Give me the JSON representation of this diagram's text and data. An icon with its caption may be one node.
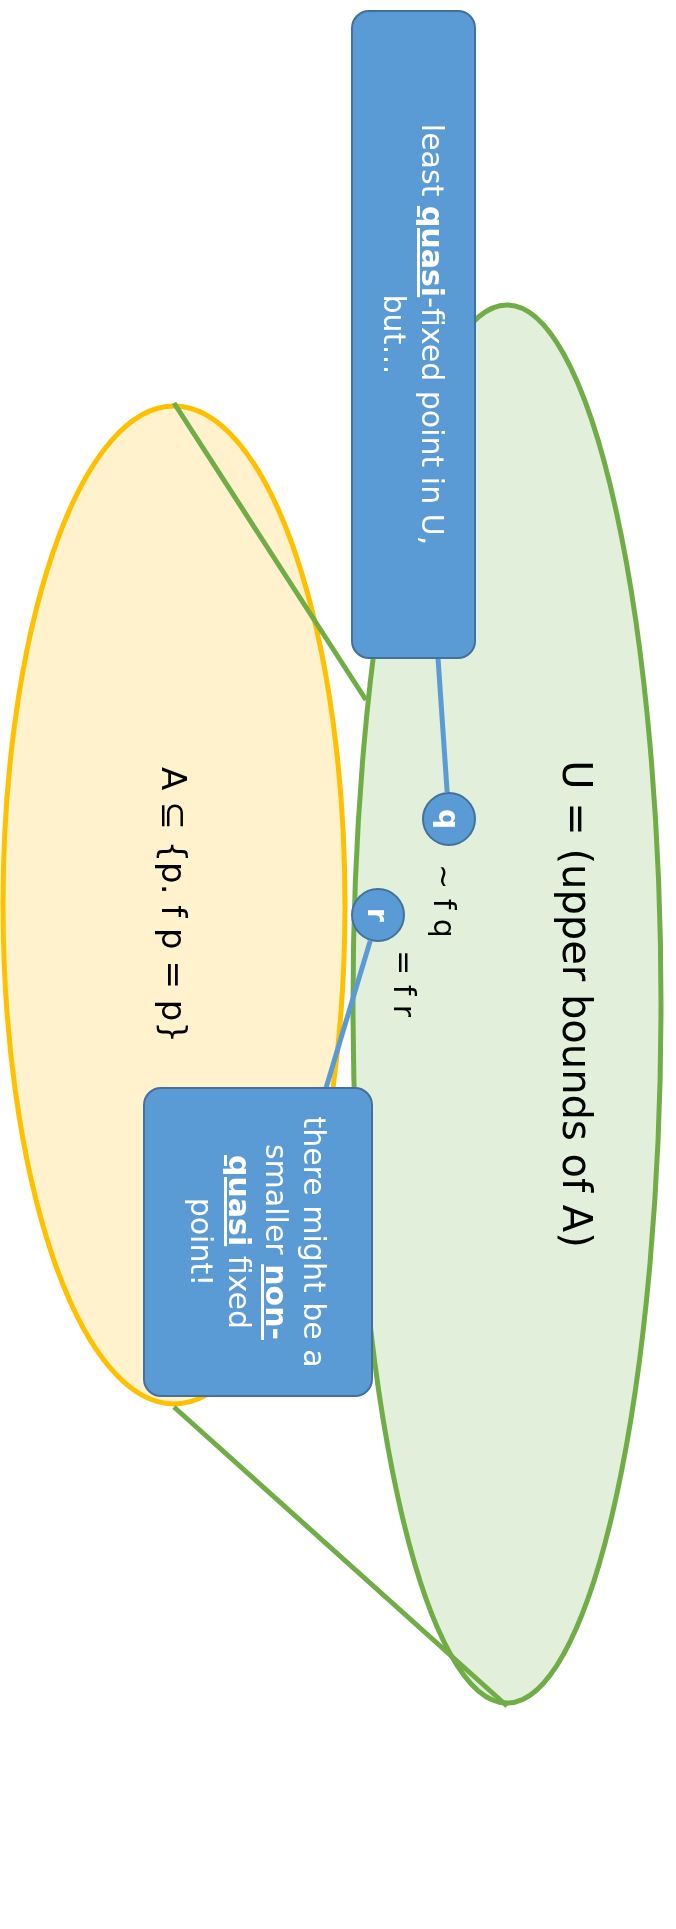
{
  "diagram": {
    "nodes": [
      {
        "text": [
          "A ⊆ {p. f p = p}"
        ]
      },
      {
        "text": [
          "U = (upper bounds of A)"
        ]
      },
      {
        "text": [
          "q"
        ],
        "in": 1,
        "beside": [
          "~ f q"
        ]
      },
      {
        "text": [
          "r"
        ],
        "in": 1,
        "beside": [
          "= f r"
        ]
      },
      {
        "text": [
          "least **quasi**-fixed point in U, but…"
        ]
      },
      {
        "text": [
          "there might be a smaller **non-quasi** fixed point!"
        ]
      }
    ],
    "edges": [
      {
        "from": 0,
        "to": 1,
        "arrow": "none",
        "color": "#70ad47"
      },
      {
        "from": 0,
        "to": 1,
        "arrow": "none",
        "color": "#70ad47"
      },
      {
        "from": 4,
        "to": 2,
        "arrow": "none",
        "color": "#5b9bd5"
      },
      {
        "from": 5,
        "to": 3,
        "arrow": "none",
        "color": "#5b9bd5"
      }
    ]
  }
}
